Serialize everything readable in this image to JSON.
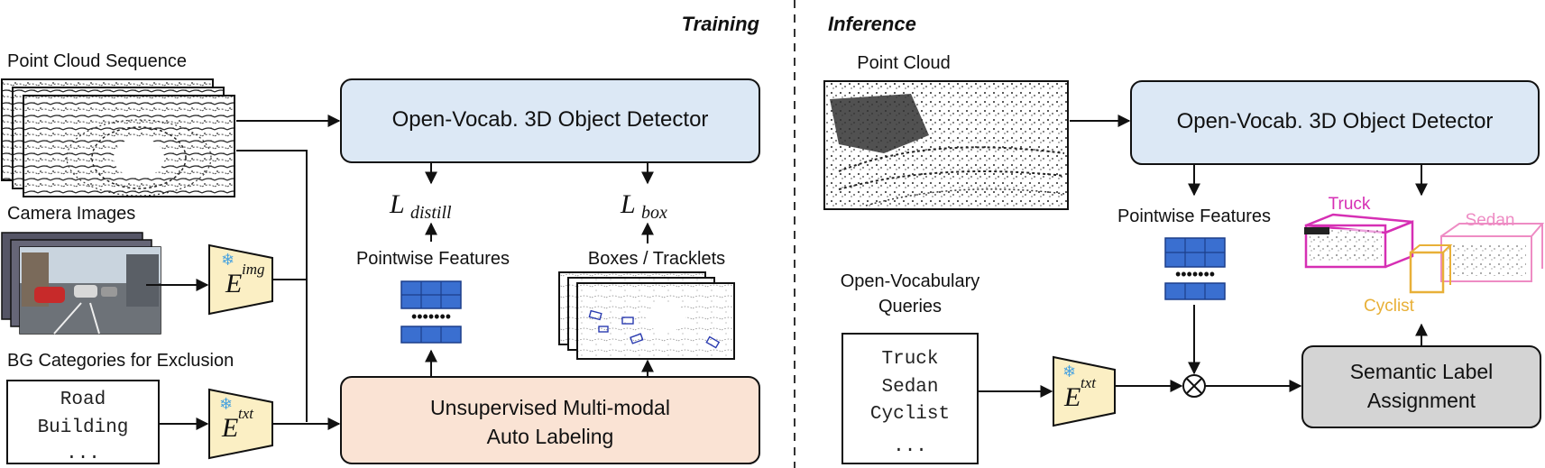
{
  "headers": {
    "training": "Training",
    "inference": "Inference"
  },
  "training": {
    "point_cloud_seq_label": "Point Cloud Sequence",
    "camera_images_label": "Camera Images",
    "bg_categories_label": "BG Categories for Exclusion",
    "bg_categories": [
      "Road",
      "Building",
      "..."
    ],
    "img_encoder": {
      "base": "E",
      "sup": "img"
    },
    "txt_encoder": {
      "base": "E",
      "sup": "txt"
    },
    "detector_label": "Open-Vocab. 3D Object Detector",
    "auto_label_line1": "Unsupervised Multi-modal",
    "auto_label_line2": "Auto Labeling",
    "loss_distill": {
      "base": "L",
      "sub": "distill"
    },
    "loss_box": {
      "base": "L",
      "sub": "box"
    },
    "pointwise_label": "Pointwise Features",
    "boxes_label": "Boxes / Tracklets"
  },
  "inference": {
    "point_cloud_label": "Point Cloud",
    "detector_label": "Open-Vocab. 3D Object Detector",
    "pointwise_label": "Pointwise Features",
    "queries_label_line1": "Open-Vocabulary",
    "queries_label_line2": "Queries",
    "queries": [
      "Truck",
      "Sedan",
      "Cyclist",
      "..."
    ],
    "txt_encoder": {
      "base": "E",
      "sup": "txt"
    },
    "semantic_line1": "Semantic Label",
    "semantic_line2": "Assignment",
    "det_labels": {
      "truck": "Truck",
      "sedan": "Sedan",
      "cyclist": "Cyclist"
    }
  },
  "colors": {
    "detector_fill": "#dce8f5",
    "auto_label_fill": "#fae3d4",
    "encoder_fill": "#fbefc4",
    "semantic_fill": "#d4d4d4",
    "feature_blue": "#3a6fd0",
    "truck": "#d62fb4",
    "sedan": "#ee8cc4",
    "cyclist": "#e8b038",
    "snowflake": "#4aa3df"
  }
}
